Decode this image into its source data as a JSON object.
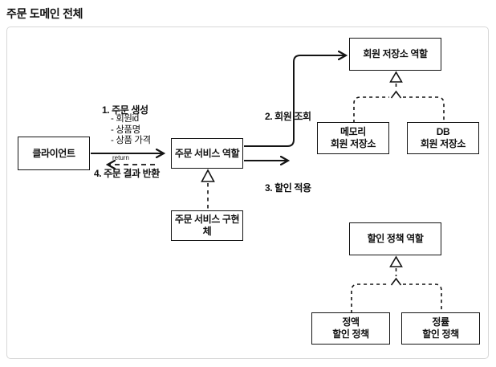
{
  "title": "주문 도메인 전체",
  "diagram": {
    "nodes": {
      "client": {
        "label": "클라이언트"
      },
      "order_service_role": {
        "label": "주문 서비스 역할"
      },
      "order_service_impl": {
        "label": "주문 서비스 구현체"
      },
      "member_repo_role": {
        "label": "회원 저장소 역할"
      },
      "memory_member_repo": {
        "line1": "메모리",
        "line2": "회원 저장소"
      },
      "db_member_repo": {
        "line1": "DB",
        "line2": "회원 저장소"
      },
      "discount_policy_role": {
        "label": "할인 정책 역할"
      },
      "fixed_discount_policy": {
        "line1": "정액",
        "line2": "할인 정책"
      },
      "rate_discount_policy": {
        "line1": "정률",
        "line2": "할인 정책"
      }
    },
    "edges": {
      "order_create": {
        "label": "1. 주문 생성",
        "params": [
          "- 회원id",
          "- 상품명",
          "- 상품 가격"
        ]
      },
      "member_lookup": {
        "label": "2. 회원 조회"
      },
      "discount_apply": {
        "label": "3. 할인 적용"
      },
      "order_result": {
        "label": "4. 주문 결과 반환",
        "return_label": "return"
      }
    },
    "colors": {
      "line": "#141414",
      "box_border": "#141414",
      "container_border": "#d7d7d7",
      "background": "#ffffff"
    }
  }
}
